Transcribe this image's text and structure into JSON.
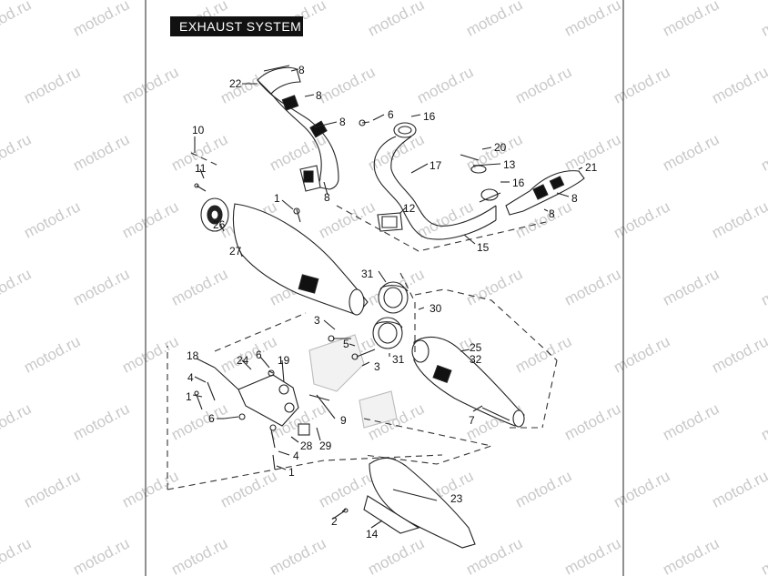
{
  "title": "EXHAUST SYSTEM",
  "watermark": "motod.ru",
  "callouts": {
    "c1a": "1",
    "c1b": "1",
    "c1c": "1",
    "c2": "2",
    "c3a": "3",
    "c3b": "3",
    "c4a": "4",
    "c4b": "4",
    "c5": "5",
    "c6a": "6",
    "c6b": "6",
    "c6c": "6",
    "c7": "7",
    "c8a": "8",
    "c8b": "8",
    "c8c": "8",
    "c8d": "8",
    "c8e": "8",
    "c8f": "8",
    "c9": "9",
    "c10": "10",
    "c11": "11",
    "c12": "12",
    "c13": "13",
    "c14": "14",
    "c15": "15",
    "c16a": "16",
    "c16b": "16",
    "c17": "17",
    "c18": "18",
    "c19": "19",
    "c20": "20",
    "c21": "21",
    "c22": "22",
    "c23": "23",
    "c24": "24",
    "c25": "25",
    "c26": "26",
    "c27": "27",
    "c28": "28",
    "c29": "29",
    "c30": "30",
    "c31a": "31",
    "c31b": "31",
    "c32": "32"
  }
}
